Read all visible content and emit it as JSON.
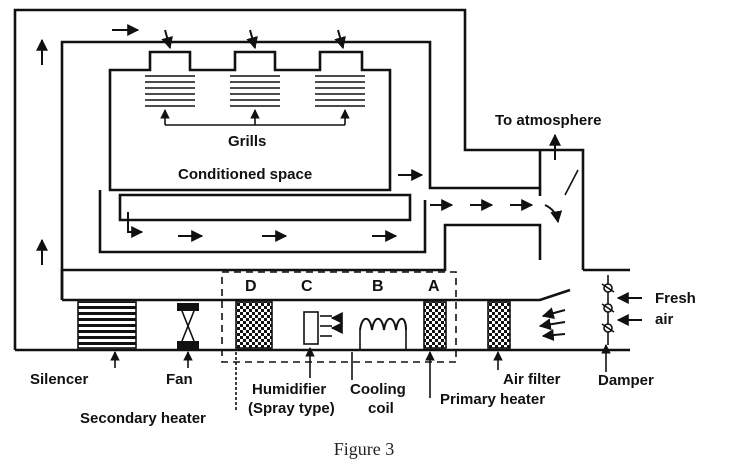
{
  "labels": {
    "grills": "Grills",
    "conditioned_space": "Conditioned space",
    "to_atmosphere": "To atmosphere",
    "fresh": "Fresh",
    "air": "air",
    "damper": "Damper",
    "silencer": "Silencer",
    "fan": "Fan",
    "humidifier_line1": "Humidifier",
    "humidifier_line2": "(Spray type)",
    "cooling_line1": "Cooling",
    "cooling_line2": "coil",
    "air_filter": "Air filter",
    "primary_heater": "Primary heater",
    "secondary_heater": "Secondary heater",
    "letter_d": "D",
    "letter_c": "C",
    "letter_b": "B",
    "letter_a": "A"
  },
  "caption": "Figure 3"
}
